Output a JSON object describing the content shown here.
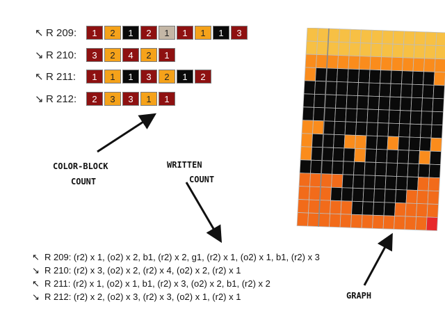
{
  "rows": [
    {
      "label": "R 209:",
      "arrow": "↖",
      "blocks": [
        {
          "c": "r2",
          "n": "1"
        },
        {
          "c": "o2",
          "n": "2"
        },
        {
          "c": "b1",
          "n": "1"
        },
        {
          "c": "r2",
          "n": "2"
        },
        {
          "c": "g1",
          "n": "1"
        },
        {
          "c": "r2",
          "n": "1"
        },
        {
          "c": "o2",
          "n": "1"
        },
        {
          "c": "b1",
          "n": "1"
        },
        {
          "c": "r2",
          "n": "3"
        }
      ]
    },
    {
      "label": "R 210:",
      "arrow": "↘",
      "blocks": [
        {
          "c": "r2",
          "n": "3"
        },
        {
          "c": "o2",
          "n": "2"
        },
        {
          "c": "r2",
          "n": "4"
        },
        {
          "c": "o2",
          "n": "2"
        },
        {
          "c": "r2",
          "n": "1"
        }
      ]
    },
    {
      "label": "R 211:",
      "arrow": "↖",
      "blocks": [
        {
          "c": "r2",
          "n": "1"
        },
        {
          "c": "o2",
          "n": "1"
        },
        {
          "c": "b1",
          "n": "1"
        },
        {
          "c": "r2",
          "n": "3"
        },
        {
          "c": "o2",
          "n": "2"
        },
        {
          "c": "b1",
          "n": "1"
        },
        {
          "c": "r2",
          "n": "2"
        }
      ]
    },
    {
      "label": "R 212:",
      "arrow": "↘",
      "blocks": [
        {
          "c": "r2",
          "n": "2"
        },
        {
          "c": "o2",
          "n": "3"
        },
        {
          "c": "r2",
          "n": "3"
        },
        {
          "c": "o2",
          "n": "1"
        },
        {
          "c": "r2",
          "n": "1"
        }
      ]
    }
  ],
  "annotations": {
    "color_block_1": "COLOR-BLOCK",
    "color_block_2": "COUNT",
    "written_1": "WRITTEN",
    "written_2": "COUNT",
    "graph": "GRAPH"
  },
  "written_rows": [
    {
      "arrow": "↖",
      "text": "R 209: (r2) x 1, (o2) x 2, b1, (r2) x 2, g1, (r2) x 1, (o2) x 1, b1, (r2) x 3"
    },
    {
      "arrow": "↘",
      "text": "R 210: (r2) x 3, (o2) x 2, (r2) x 4, (o2) x 2, (r2) x 1"
    },
    {
      "arrow": "↖",
      "text": "R 211: (r2) x 1, (o2) x 1, b1, (r2) x 3, (o2) x 2, b1, (r2) x 2"
    },
    {
      "arrow": "↘",
      "text": "R 212: (r2) x 2, (o2) x 3, (r2) x 3, (o2) x 1, (r2) x 1"
    }
  ],
  "colors": {
    "r2": "#8e1111",
    "o2": "#f5a21a",
    "b1": "#0a0a0a",
    "g1": "#c4b7a6",
    "light_orange": "#f7c044",
    "mid_orange": "#fa8c1c",
    "deep_orange": "#f26b1a",
    "red": "#e8282a"
  },
  "graph_grid": [
    "YYYYYYYYYYYYY",
    "YYYYYYYYYYYYY",
    "OOOOOOOOOOOOO",
    "OBBBBBBBBBBBO",
    "BBBBBBBBBBBBB",
    "BBBBBBBBBBBBB",
    "BBBBBBBBBBBBB",
    "OOBBBBBBBBBBB",
    "OBBBOOBBOBBBO",
    "OBBBBOBBBBBOB",
    "BBBBBBBBBBBBB",
    "OOOOBBBBBBBOO",
    "OOOBBBBBBBOOO",
    "OOOOOBBBBOOOO",
    "OOOOOOOOOOOOR"
  ]
}
